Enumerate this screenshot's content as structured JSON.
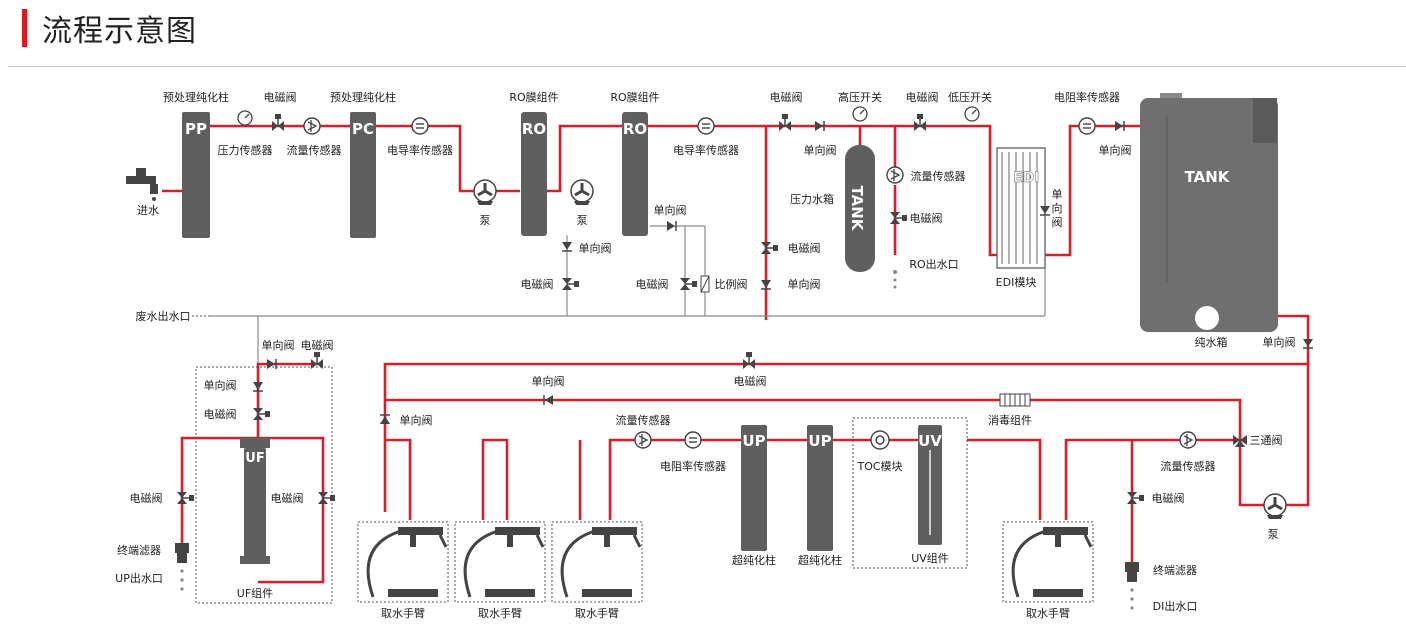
{
  "header": {
    "title": "流程示意图"
  },
  "vessels": {
    "pp": "PP",
    "pc": "PC",
    "ro1": "RO",
    "ro2": "RO",
    "tank_small": "TANK",
    "edi": "EDI",
    "tank_big": "TANK",
    "uf": "UF",
    "up1": "UP",
    "up2": "UP",
    "uv": "UV"
  },
  "labels": {
    "pretreat1": "预处理纯化柱",
    "pretreat2": "预处理纯化柱",
    "ro_module1": "RO膜组件",
    "ro_module2": "RO膜组件",
    "solenoid_top1": "电磁阀",
    "hp_switch": "高压开关",
    "solenoid_top2": "电磁阀",
    "lp_switch": "低压开关",
    "resistivity_top": "电阻率传感器",
    "pressure_sensor": "压力传感器",
    "flow_sensor_top": "流量传感器",
    "conductivity1": "电导率传感器",
    "conductivity2": "电导率传感器",
    "check_top": "单向阀",
    "check_top2": "单向阀",
    "inlet": "进水",
    "pump1": "泵",
    "pump2": "泵",
    "check_ro": "单向阀",
    "check_ro1": "单向阀",
    "solenoid_ro1": "电磁阀",
    "solenoid_ro2": "电磁阀",
    "proportional": "比例阀",
    "pressure_tank": "压力水箱",
    "solenoid_mid": "电磁阀",
    "check_mid": "单向阀",
    "flow_sensor_mid": "流量传感器",
    "solenoid_ro_out": "电磁阀",
    "ro_outlet": "RO出水口",
    "edi_check": "单\n向\n阀",
    "edi_module": "EDI模块",
    "pure_tank": "纯水箱",
    "check_tank": "单向阀",
    "waste_outlet": "废水出水口",
    "uf_check_top": "单向阀",
    "uf_solenoid_top": "电磁阀",
    "check_loop": "单向阀",
    "solenoid_loop": "电磁阀",
    "check_uf1": "单向阀",
    "solenoid_uf1": "电磁阀",
    "check_loop2": "单向阀",
    "disinfect": "消毒组件",
    "flow_sensor_low": "流量传感器",
    "resistivity_low": "电阻率传感器",
    "toc": "TOC模块",
    "three_way": "三通阀",
    "solenoid_uf_left": "电磁阀",
    "solenoid_uf_right": "电磁阀",
    "terminal_filter1": "终端滤器",
    "up_outlet": "UP出水口",
    "uf_module": "UF组件",
    "arm1": "取水手臂",
    "arm2": "取水手臂",
    "arm3": "取水手臂",
    "arm4": "取水手臂",
    "ultra1": "超纯化柱",
    "ultra2": "超纯化柱",
    "uv_module": "UV组件",
    "flow_sensor_right": "流量传感器",
    "solenoid_di": "电磁阀",
    "terminal_filter2": "终端滤器",
    "di_outlet": "DI出水口",
    "pump3": "泵"
  },
  "colors": {
    "pipe": "#d81e2a",
    "vessel": "#5f5f5f",
    "accent": "#e1151e"
  }
}
